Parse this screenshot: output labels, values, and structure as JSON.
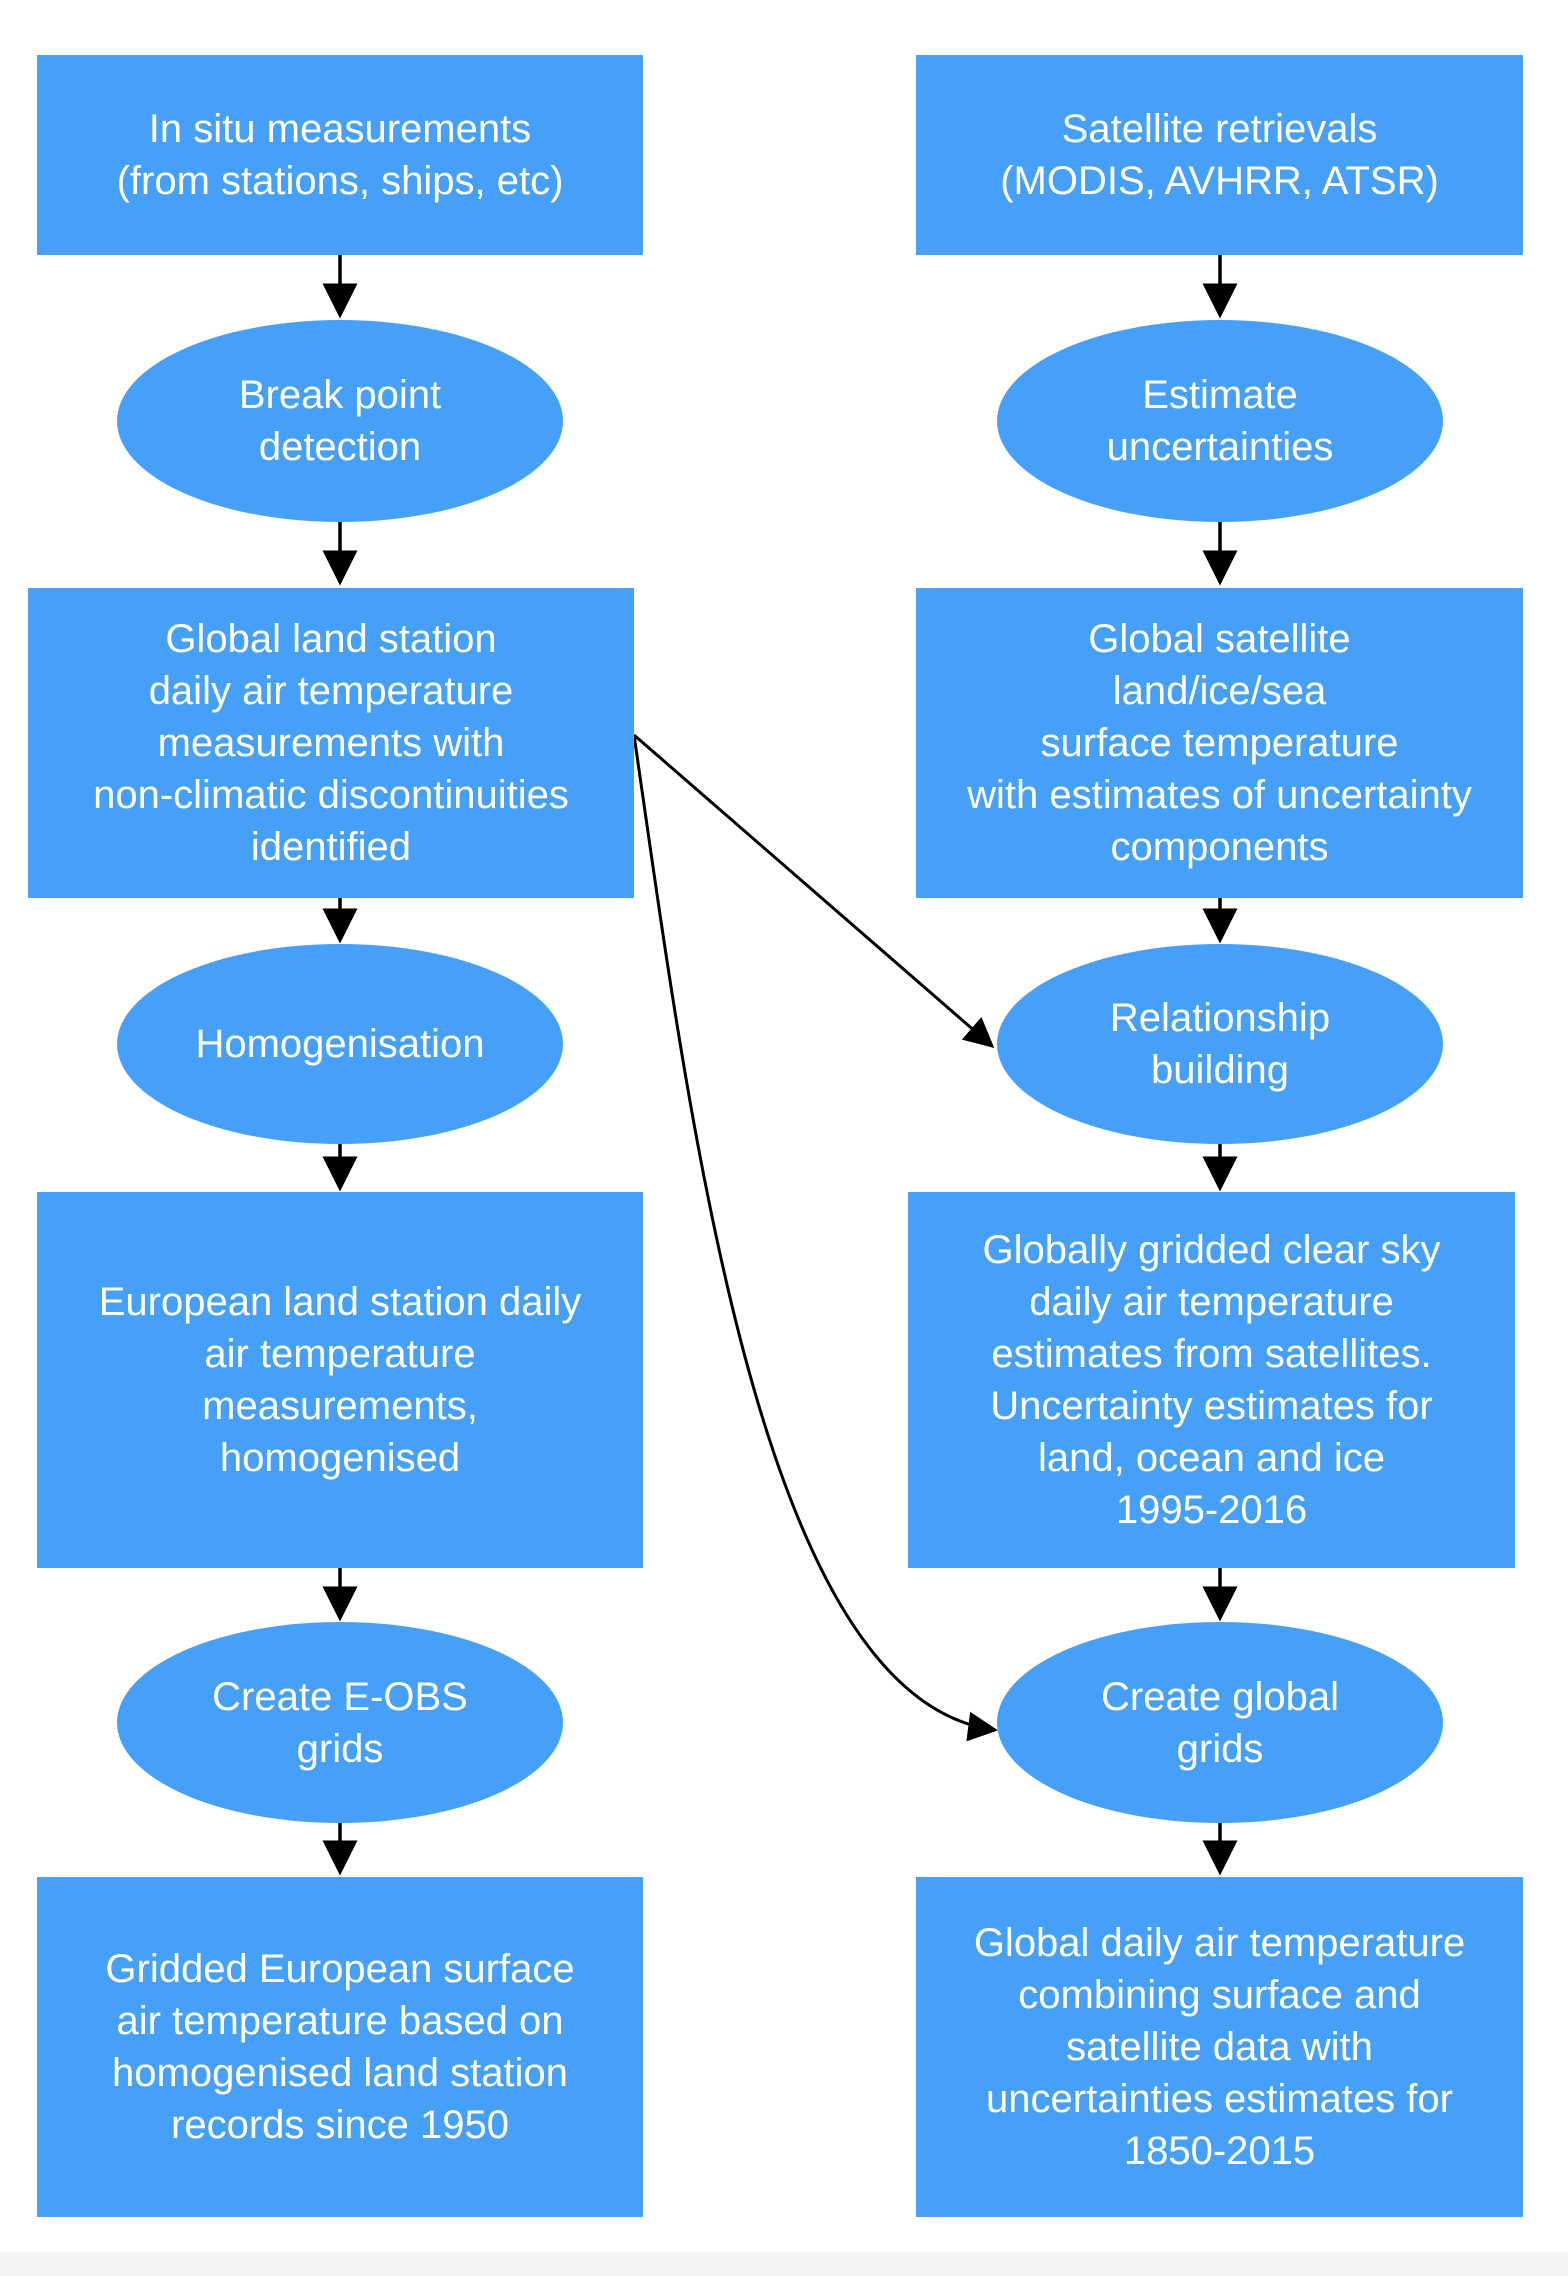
{
  "left_column": {
    "in_situ": "In situ measurements\n(from stations, ships, etc)",
    "break_point": "Break point\ndetection",
    "global_land_station": "Global land station\ndaily air temperature\nmeasurements with\nnon-climatic discontinuities\nidentified",
    "homogenisation": "Homogenisation",
    "european_land_station": "European land station daily\nair temperature\nmeasurements,\nhomogenised",
    "create_eobs": "Create E-OBS\ngrids",
    "gridded_european": "Gridded European surface\nair temperature based on\nhomogenised land station\nrecords since 1950"
  },
  "right_column": {
    "satellite_retrievals": "Satellite retrievals\n(MODIS, AVHRR, ATSR)",
    "estimate_uncertainties": "Estimate\nuncertainties",
    "global_satellite": "Global satellite\nland/ice/sea\nsurface temperature\nwith estimates of uncertainty\ncomponents",
    "relationship_building": "Relationship\nbuilding",
    "globally_gridded": "Globally gridded clear sky\ndaily air temperature\nestimates from satellites.\nUncertainty estimates for\nland, ocean and ice\n1995-2016",
    "create_global": "Create global\ngrids",
    "global_daily": "Global daily air temperature\ncombining surface and\nsatellite data with\nuncertainties estimates for\n1850-2015"
  },
  "colors": {
    "node_fill": "#46a0f8",
    "node_text": "#ffffff",
    "arrow": "#000000"
  }
}
